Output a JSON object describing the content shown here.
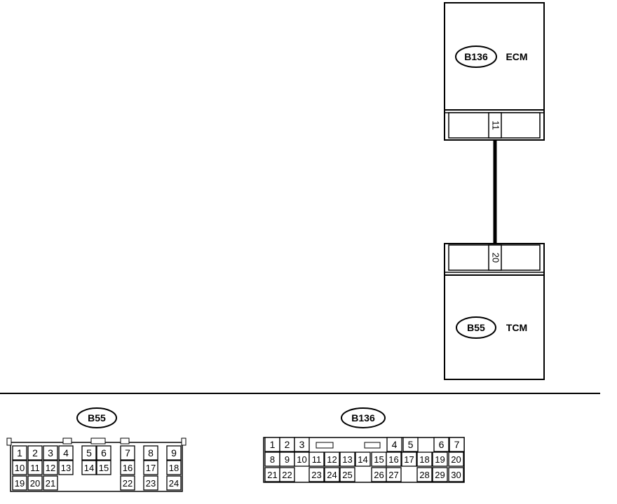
{
  "ecm": {
    "connector": "B136",
    "name": "ECM",
    "pin": "11"
  },
  "tcm": {
    "connector": "B55",
    "name": "TCM",
    "pin": "20"
  },
  "views": {
    "b55": {
      "label": "B55",
      "rows": [
        [
          "1",
          "2",
          "3",
          "4",
          "5",
          "6",
          "7",
          "8",
          "9"
        ],
        [
          "10",
          "11",
          "12",
          "13",
          "14",
          "15",
          "16",
          "17",
          "18"
        ],
        [
          "19",
          "20",
          "21",
          "22",
          "23",
          "24"
        ]
      ]
    },
    "b136": {
      "label": "B136",
      "rows": [
        [
          "1",
          "2",
          "3",
          "4",
          "5",
          "6",
          "7"
        ],
        [
          "8",
          "9",
          "10",
          "11",
          "12",
          "13",
          "14",
          "15",
          "16",
          "17",
          "18",
          "19",
          "20"
        ],
        [
          "21",
          "22",
          "23",
          "24",
          "25",
          "26",
          "27",
          "28",
          "29",
          "30"
        ]
      ]
    }
  }
}
